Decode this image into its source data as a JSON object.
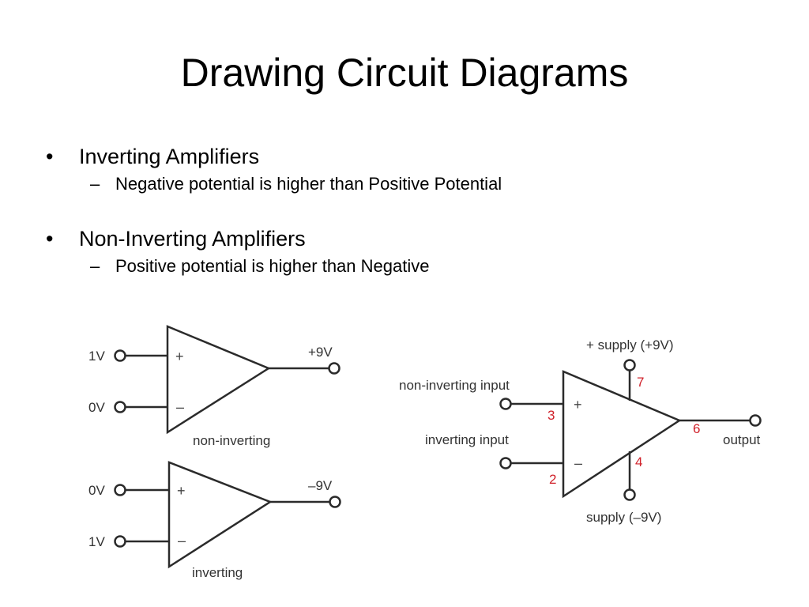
{
  "slide": {
    "title": "Drawing Circuit Diagrams",
    "bullets": [
      {
        "marker": "•",
        "text": "Inverting Amplifiers",
        "sub": {
          "marker": "–",
          "text": "Negative potential is higher than Positive Potential"
        }
      },
      {
        "marker": "•",
        "text": "Non-Inverting Amplifiers",
        "sub": {
          "marker": "–",
          "text": "Positive potential is higher than Negative"
        }
      }
    ]
  },
  "diagram_noninverting": {
    "input_plus": "1V",
    "input_minus": "0V",
    "output": "+9V",
    "plus_symbol": "+",
    "minus_symbol": "–",
    "caption": "non-inverting"
  },
  "diagram_inverting": {
    "input_plus": "0V",
    "input_minus": "1V",
    "output": "–9V",
    "plus_symbol": "+",
    "minus_symbol": "–",
    "caption": "inverting"
  },
  "diagram_opamp": {
    "supply_pos": "+ supply (+9V)",
    "supply_neg": "supply (–9V)",
    "noninverting_input": "non-inverting input",
    "inverting_input": "inverting input",
    "output": "output",
    "plus_symbol": "+",
    "minus_symbol": "–",
    "pins": {
      "pos_supply": "7",
      "noninv": "3",
      "inv": "2",
      "out": "6",
      "neg_supply": "4"
    },
    "pin_color": "#d0212a"
  }
}
